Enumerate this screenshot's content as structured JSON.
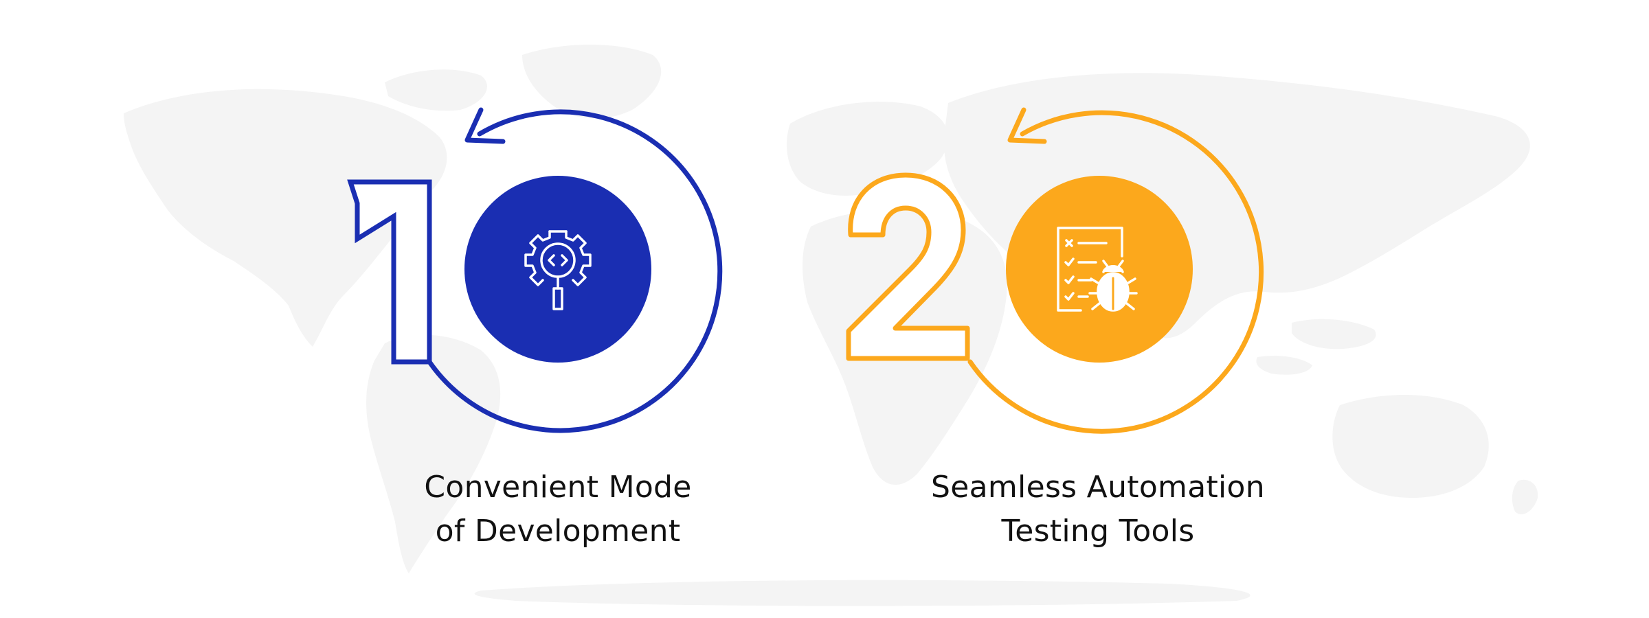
{
  "features": [
    {
      "number": "1",
      "title_line_1": "Convenient Mode",
      "title_line_2": "of Development",
      "accent_color": "#1A2EB2",
      "icon": "gear-code-icon"
    },
    {
      "number": "2",
      "title_line_1": "Seamless Automation",
      "title_line_2": "Testing Tools",
      "accent_color": "#FCA81C",
      "icon": "checklist-bug-icon"
    }
  ],
  "background": {
    "map_color": "#F4F4F4",
    "page_color": "#FFFFFF"
  }
}
